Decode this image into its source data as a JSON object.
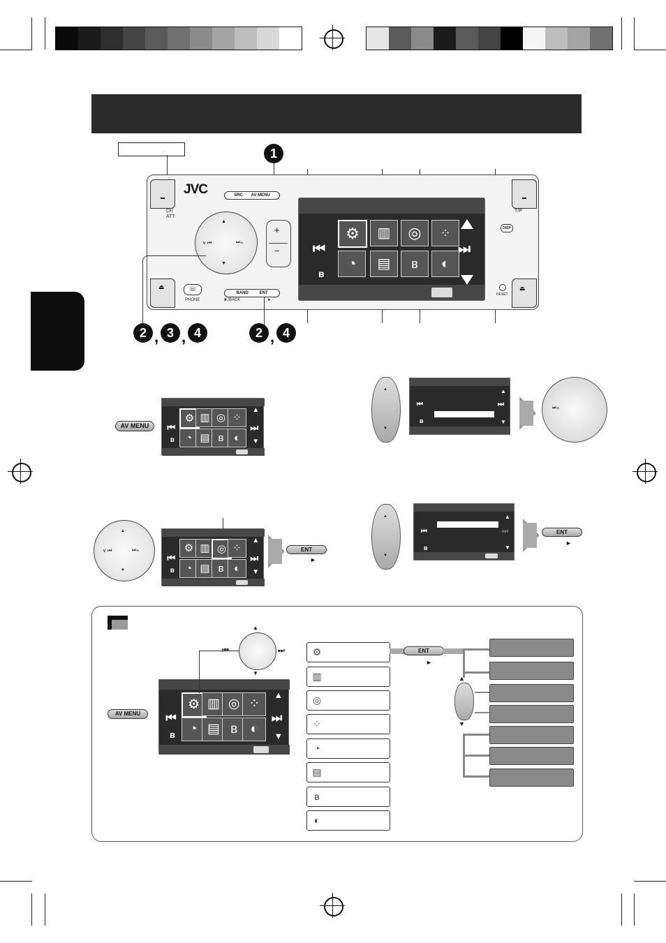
{
  "colors": {
    "bar_left": [
      "#0a0a0a",
      "#1c1c1c",
      "#2e2e2e",
      "#444444",
      "#5a5a5a",
      "#717171",
      "#8a8a8a",
      "#a3a3a3",
      "#bdbdbd",
      "#d8d8d8",
      "#ffffff"
    ],
    "bar_right": [
      "#e6e6e6",
      "#5a5a5a",
      "#8a8a8a",
      "#1c1c1c",
      "#5a5a5a",
      "#444444",
      "#000000",
      "#f5f5f5",
      "#bdbdbd",
      "#a3a3a3",
      "#717171"
    ],
    "title_bar": "#2b2b2b",
    "side_tab": "#0d0d0d"
  },
  "steps": {
    "one": "1",
    "two": "2",
    "three": "3",
    "four": "4",
    "comma": ","
  },
  "unit": {
    "brand": "JVC",
    "src_label": "SRC",
    "av_menu_label": "AV MENU",
    "power_label": "⏻/I",
    "att_label": "ATT",
    "band_label": "BAND",
    "ent_label": "ENT",
    "back_label": "■ /BACK",
    "play_label": "►",
    "phone_label": "PHONE",
    "tp_label": "T/P",
    "reset_label": "RESET",
    "dsp_label": "DISP",
    "plus": "+",
    "minus": "−",
    "prev_glyph": "⏮",
    "next_glyph": "⏭",
    "dial_left": "∨ ⏮",
    "dial_right": "⏭∧",
    "eject_glyph": "⏏",
    "bt_glyph": "ʙ"
  },
  "buttons": {
    "av_menu": "AV MENU",
    "ent": "ENT",
    "play": "►"
  },
  "icons": [
    "settings-icon",
    "equalizer-icon",
    "speaker-icon",
    "fader-icon",
    "color-icon",
    "list-icon",
    "bluetooth-icon",
    "disc-icon"
  ]
}
